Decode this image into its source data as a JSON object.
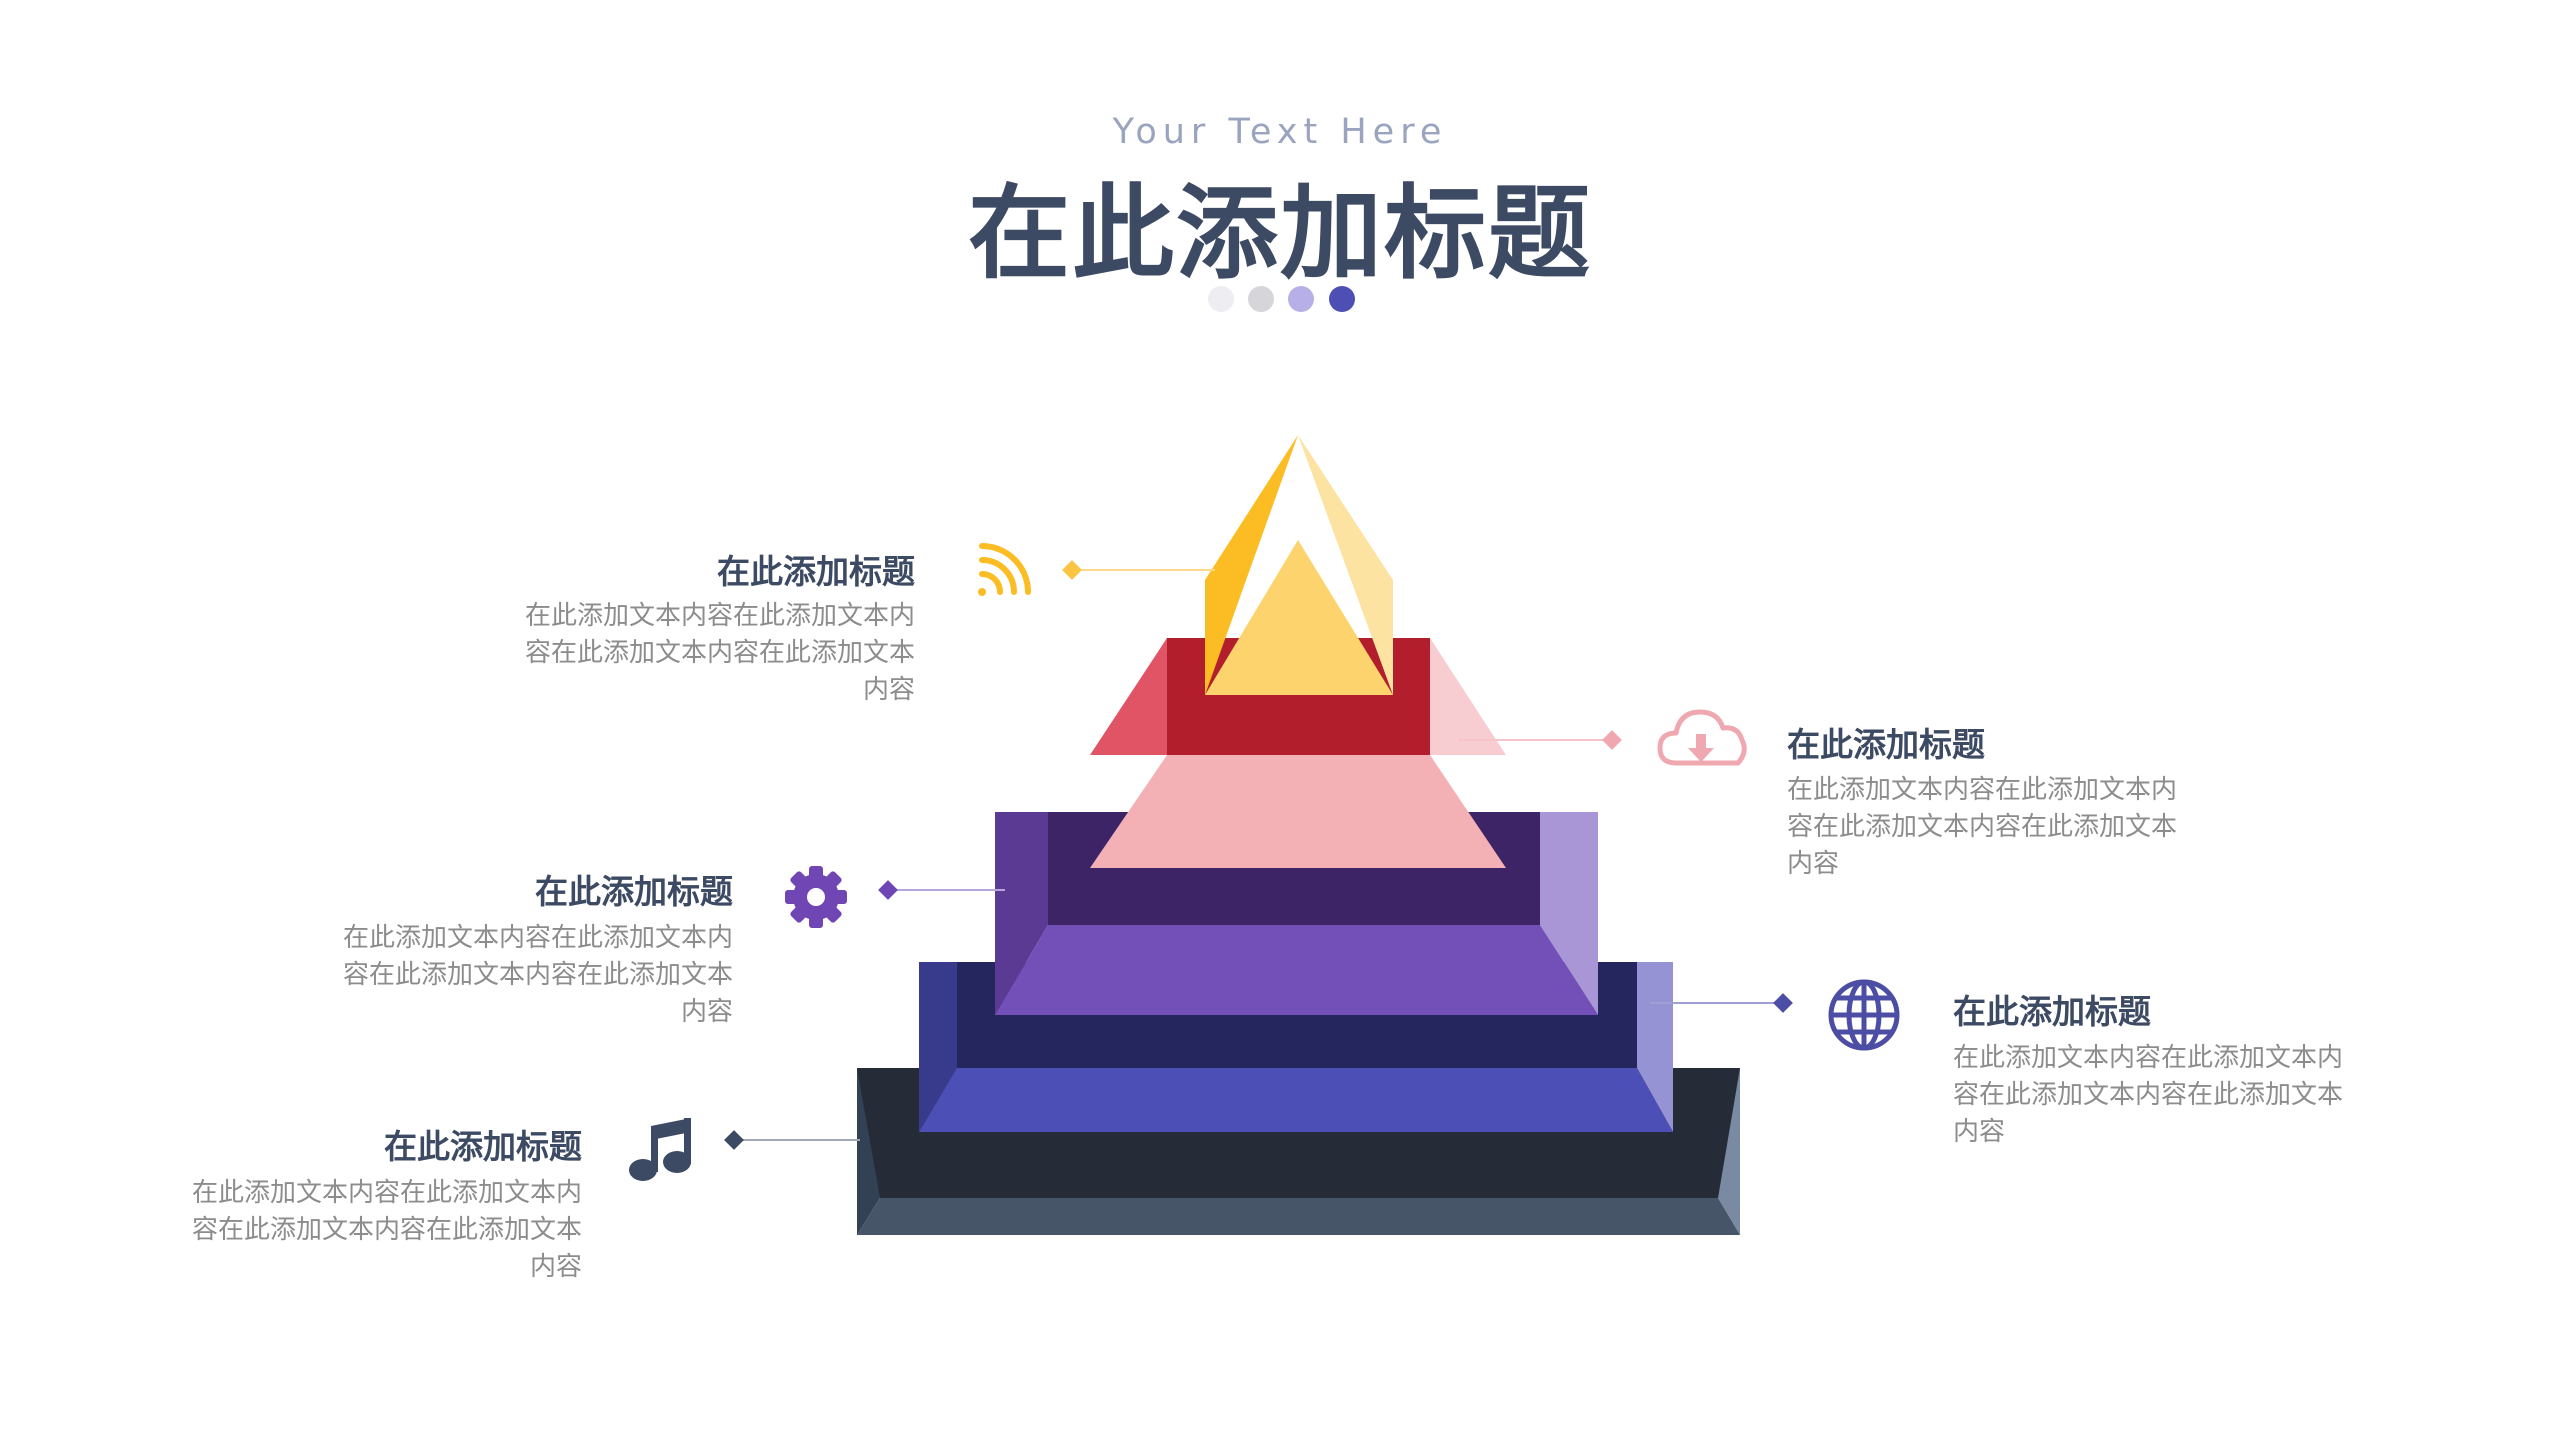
{
  "header": {
    "subtitle": "Your Text Here",
    "title": "在此添加标题"
  },
  "indicator_dots": [
    "#eeeef2",
    "#d5d5da",
    "#b7b0e8",
    "#4e4fb5"
  ],
  "items": [
    {
      "title": "在此添加标题",
      "body": "在此添加文本内容在此添加文本内容在此添加文本内容在此添加文本内容",
      "icon": "wifi-signal-icon",
      "color": "#fbbd23"
    },
    {
      "title": "在此添加标题",
      "body": "在此添加文本内容在此添加文本内容在此添加文本内容在此添加文本内容",
      "icon": "cloud-download-icon",
      "color": "#f0a8b0"
    },
    {
      "title": "在此添加标题",
      "body": "在此添加文本内容在此添加文本内容在此添加文本内容在此添加文本内容",
      "icon": "gear-icon",
      "color": "#7046b5"
    },
    {
      "title": "在此添加标题",
      "body": "在此添加文本内容在此添加文本内容在此添加文本内容在此添加文本内容",
      "icon": "globe-icon",
      "color": "#4c4ea6"
    },
    {
      "title": "在此添加标题",
      "body": "在此添加文本内容在此添加文本内容在此添加文本内容在此添加文本内容",
      "icon": "music-note-icon",
      "color": "#3d4a63"
    }
  ]
}
